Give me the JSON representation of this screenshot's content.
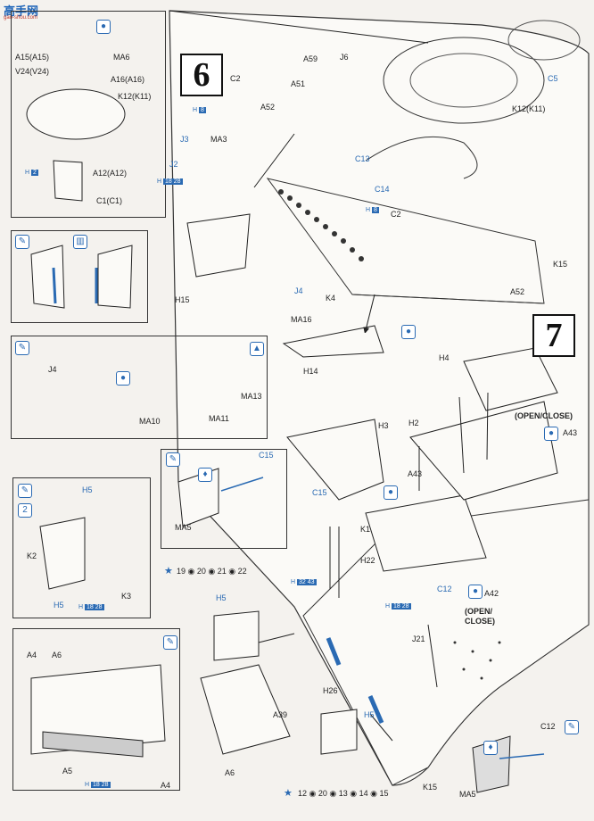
{
  "watermark": {
    "title": "高手网",
    "url": "gao-shou.com"
  },
  "steps": {
    "six": "6",
    "seven": "7"
  },
  "labels": {
    "A15": "A15(A15)",
    "V24": "V24(V24)",
    "A16": "A16(A16)",
    "K12": "K12(K11)",
    "A12": "A12(A12)",
    "C1": "C1(C1)",
    "MA6": "MA6",
    "J6": "J6",
    "A59": "A59",
    "A51": "A51",
    "C5": "C5",
    "K12b": "K12(K11)",
    "C2a": "C2",
    "A52a": "A52",
    "J3": "J3",
    "MA3": "MA3",
    "J2": "J2",
    "C13": "C13",
    "C14": "C14",
    "C2b": "C2",
    "K15a": "K15",
    "A52b": "A52",
    "H15": "H15",
    "J4a": "J4",
    "MA16": "MA16",
    "K4": "K4",
    "H14": "H14",
    "J4b": "J4",
    "MA13": "MA13",
    "MA10": "MA10",
    "MA11": "MA11",
    "H4": "H4",
    "H3": "H3",
    "H2": "H2",
    "openClose1": "(OPEN/CLOSE)",
    "A43a": "A43",
    "C15a": "C15",
    "MA5a": "MA5",
    "C15b": "C15",
    "A43b": "A43",
    "H5a": "H5",
    "K2": "K2",
    "K1": "K1",
    "H22": "H22",
    "K3": "K3",
    "H5b": "H5",
    "A42": "A42",
    "openClose2": "(OPEN/\nCLOSE)",
    "C12a": "C12",
    "H5c": "H5",
    "J21": "J21",
    "A4a": "A4",
    "A6a": "A6",
    "H26": "H26",
    "A39": "A39",
    "H5d": "H5",
    "A5": "A5",
    "A6b": "A6",
    "A4b": "A4",
    "K15b": "K15",
    "C12b": "C12",
    "MA5b": "MA5"
  },
  "paint": {
    "p1": "H",
    "p1n": "8",
    "p2": "H",
    "p2n": "2",
    "p3": "H",
    "p3n": "18 28",
    "p4": "H",
    "p4n": "8",
    "p5": "H",
    "p5n": "32 43",
    "p6": "H",
    "p6n": "18 28",
    "p7": "H",
    "p7n": "18 28",
    "p8": "H",
    "p8n": "18 28"
  },
  "decals_row1": [
    "19",
    "20",
    "21",
    "22"
  ],
  "decals_row2": [
    "12",
    "20",
    "13",
    "14",
    "15"
  ]
}
